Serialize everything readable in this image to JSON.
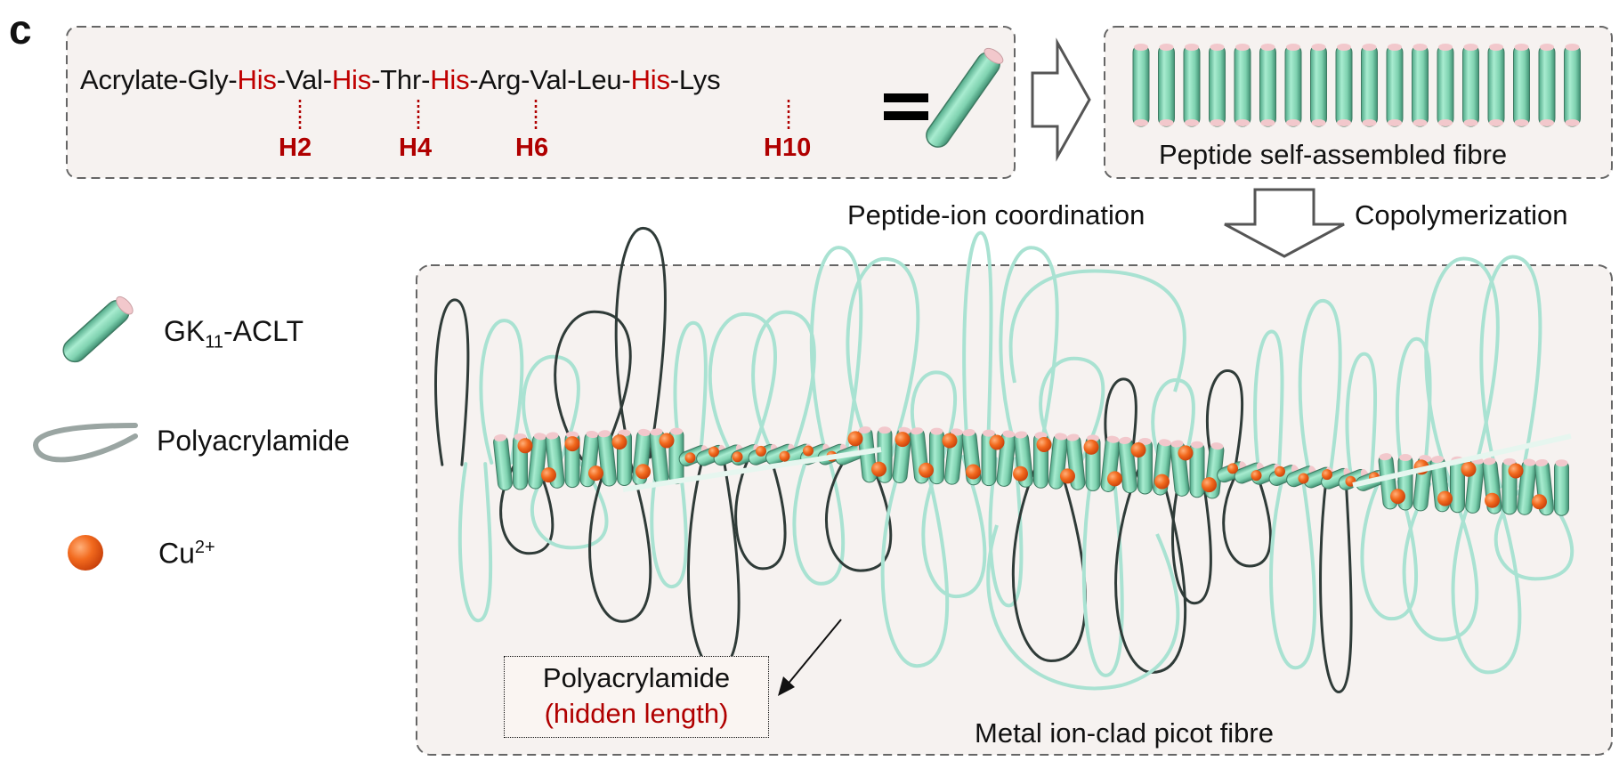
{
  "panel_letter": "c",
  "sequence": {
    "parts": [
      {
        "text": "Acrylate-Gly-",
        "his": false
      },
      {
        "text": "His",
        "his": true
      },
      {
        "text": "-Val-",
        "his": false
      },
      {
        "text": "His",
        "his": true
      },
      {
        "text": "-Thr-",
        "his": false
      },
      {
        "text": "His",
        "his": true
      },
      {
        "text": "-Arg-Val-Leu-",
        "his": false
      },
      {
        "text": "His",
        "his": true
      },
      {
        "text": "-Lys",
        "his": false
      }
    ],
    "his_labels": [
      "H2",
      "H4",
      "H6",
      "H10"
    ]
  },
  "equals": "=",
  "fibre_caption": "Peptide self-assembled fibre",
  "step_left": "Peptide-ion coordination",
  "step_right": "Copolymerization",
  "legend": {
    "peptide_main": "GK",
    "peptide_sub": "11",
    "peptide_rest": "-ACLT",
    "polymer": "Polyacrylamide",
    "ion_main": "Cu",
    "ion_sup": "2+"
  },
  "callout": {
    "line1": "Polyacrylamide",
    "line2": "(hidden length)"
  },
  "bottom_caption": "Metal ion-clad picot fibre",
  "colors": {
    "peptide_green": "#8fdcbc",
    "peptide_tip": "#f2c8cc",
    "ion_orange": "#ee5a14",
    "his_red": "#c00000",
    "panel_bg": "#f6f2f0",
    "arrow_gray": "#666666"
  }
}
